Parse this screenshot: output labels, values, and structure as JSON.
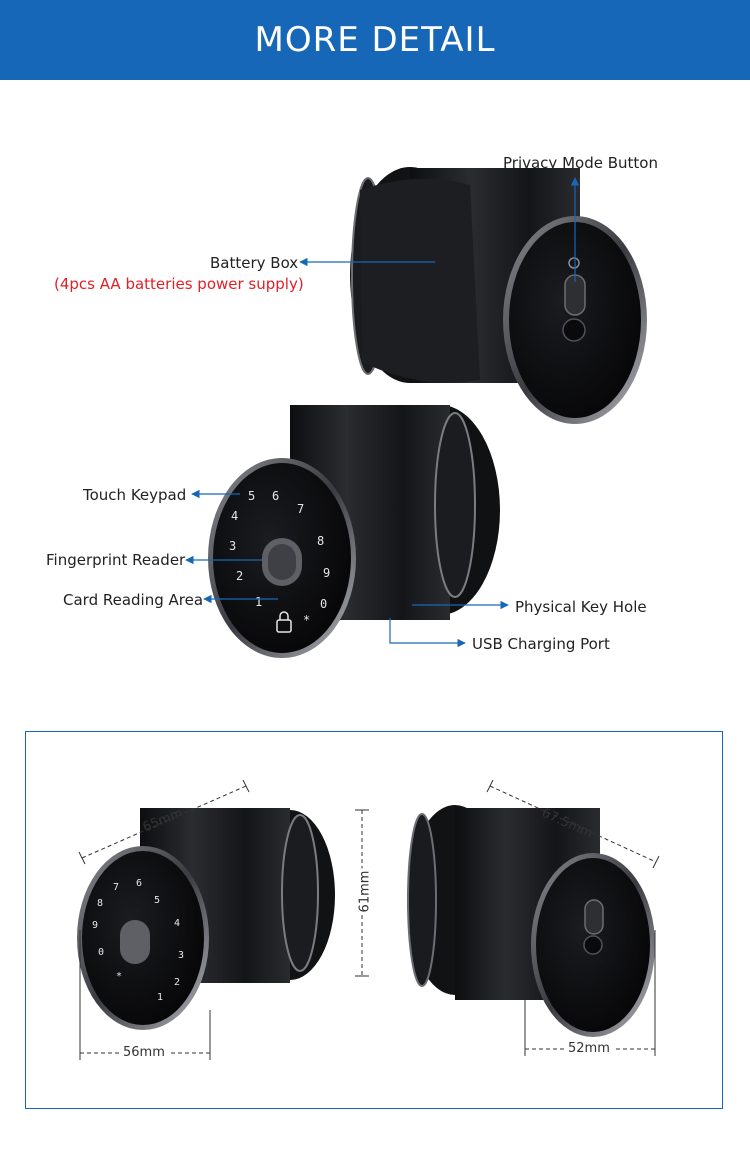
{
  "header": {
    "title": "MORE DETAIL"
  },
  "callouts": {
    "privacy_button": "Privacy Mode Button",
    "battery_box": "Battery Box",
    "battery_note": "(4pcs AA batteries power supply)",
    "touch_keypad": "Touch Keypad",
    "fingerprint_reader": "Fingerprint Reader",
    "card_reading_area": "Card Reading Area",
    "physical_key_hole": "Physical Key Hole",
    "usb_charging_port": "USB Charging Port"
  },
  "dimensions": {
    "depth_front": "65mm",
    "face_diameter": "56mm",
    "height": "61mm",
    "depth_back": "67.5mm",
    "back_diameter": "52mm"
  },
  "keypad_digits": [
    "5",
    "6",
    "4",
    "7",
    "3",
    "8",
    "2",
    "9",
    "1",
    "0"
  ],
  "keypad_star": "*",
  "colors": {
    "accent": "#1767b8",
    "note": "#e21f26",
    "body": "#1c1d20"
  }
}
